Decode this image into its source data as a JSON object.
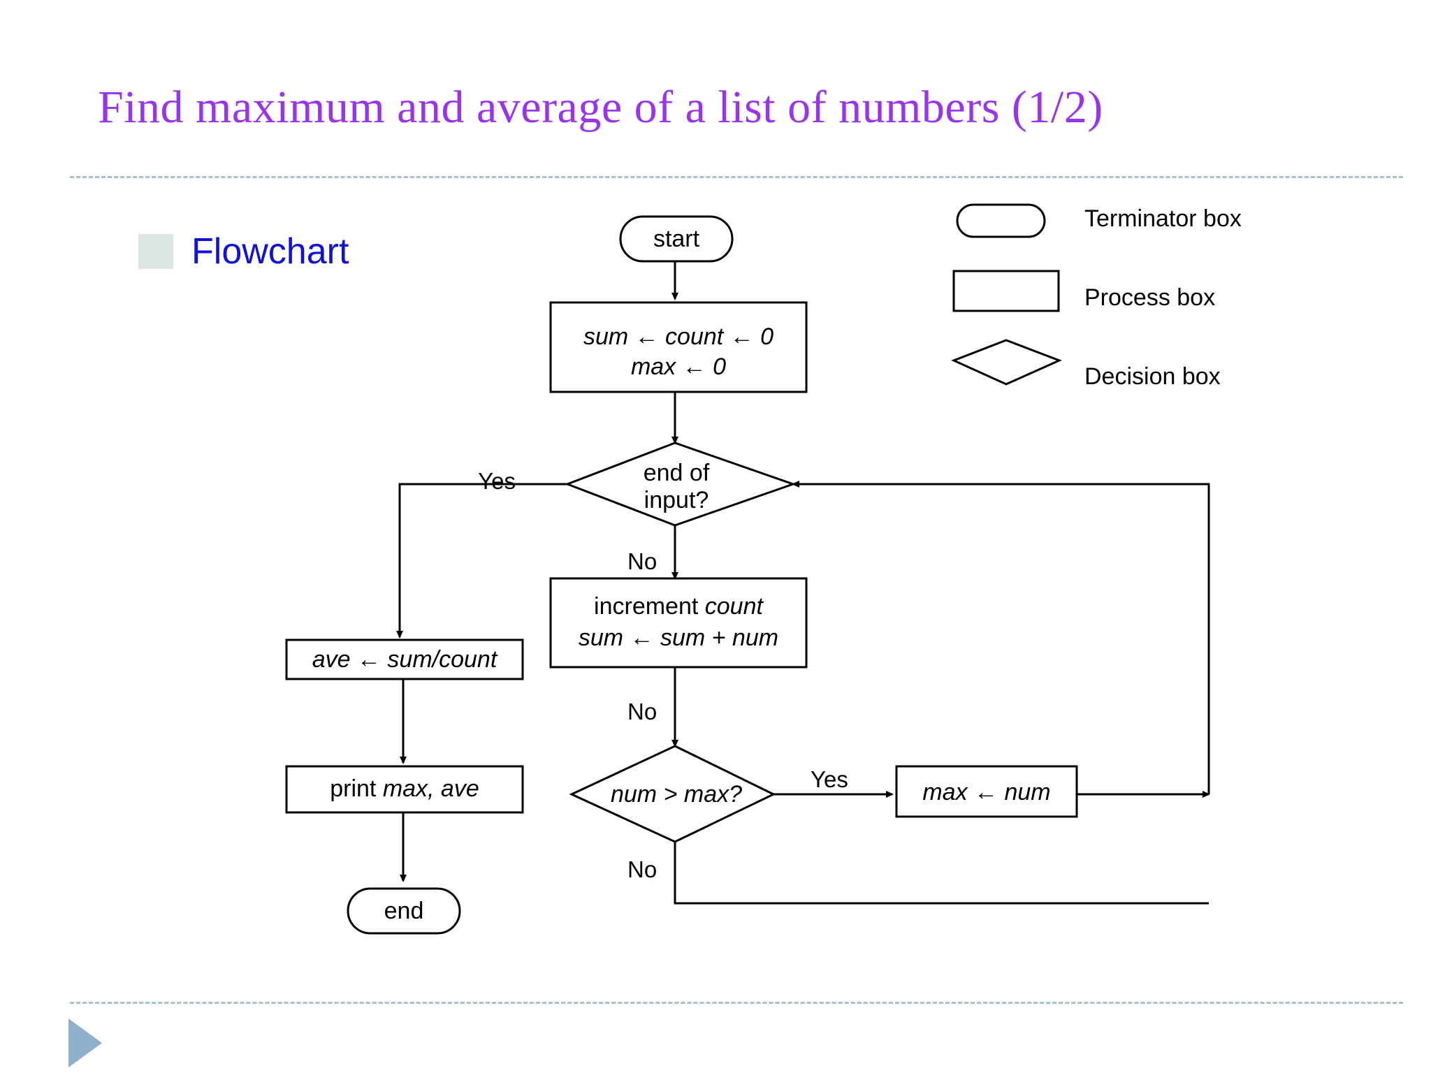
{
  "slide": {
    "title": "Find maximum and average of a list of numbers (1/2)",
    "title_color": "#9933EE",
    "bullet": {
      "label": "Flowchart",
      "color": "#1010DD",
      "marker": "square-bullet"
    },
    "decorations": {
      "top_rule": "dashed-rule",
      "bottom_rule": "dashed-rule",
      "play_triangle": "play-triangle-icon",
      "rule_color": "#a9bfd4",
      "triangle_color": "#8fb0cd"
    }
  },
  "legend": {
    "items": [
      {
        "shape": "terminator",
        "label": "Terminator box"
      },
      {
        "shape": "process",
        "label": "Process box"
      },
      {
        "shape": "decision",
        "label": "Decision box"
      }
    ]
  },
  "flowchart": {
    "nodes": {
      "start": {
        "type": "terminator",
        "text": "start"
      },
      "init": {
        "type": "process",
        "line1": "sum ← count ← 0",
        "line2": "max ← 0"
      },
      "end_input": {
        "type": "decision",
        "line1": "end of",
        "line2": "input?"
      },
      "increment": {
        "type": "process",
        "line1_plain": "increment ",
        "line1_ital": "count",
        "line2": "sum ← sum + num"
      },
      "num_gt_max": {
        "type": "decision",
        "text": "num > max?"
      },
      "max_assign": {
        "type": "process",
        "text": "max ← num"
      },
      "ave": {
        "type": "process",
        "text": "ave ← sum/count"
      },
      "print": {
        "type": "process",
        "plain": "print ",
        "ital": "max, ave"
      },
      "end": {
        "type": "terminator",
        "text": "end"
      }
    },
    "edge_labels": {
      "end_input_yes": "Yes",
      "end_input_no": "No",
      "after_increment_no": "No",
      "num_gt_max_yes": "Yes",
      "num_gt_max_no": "No"
    }
  }
}
